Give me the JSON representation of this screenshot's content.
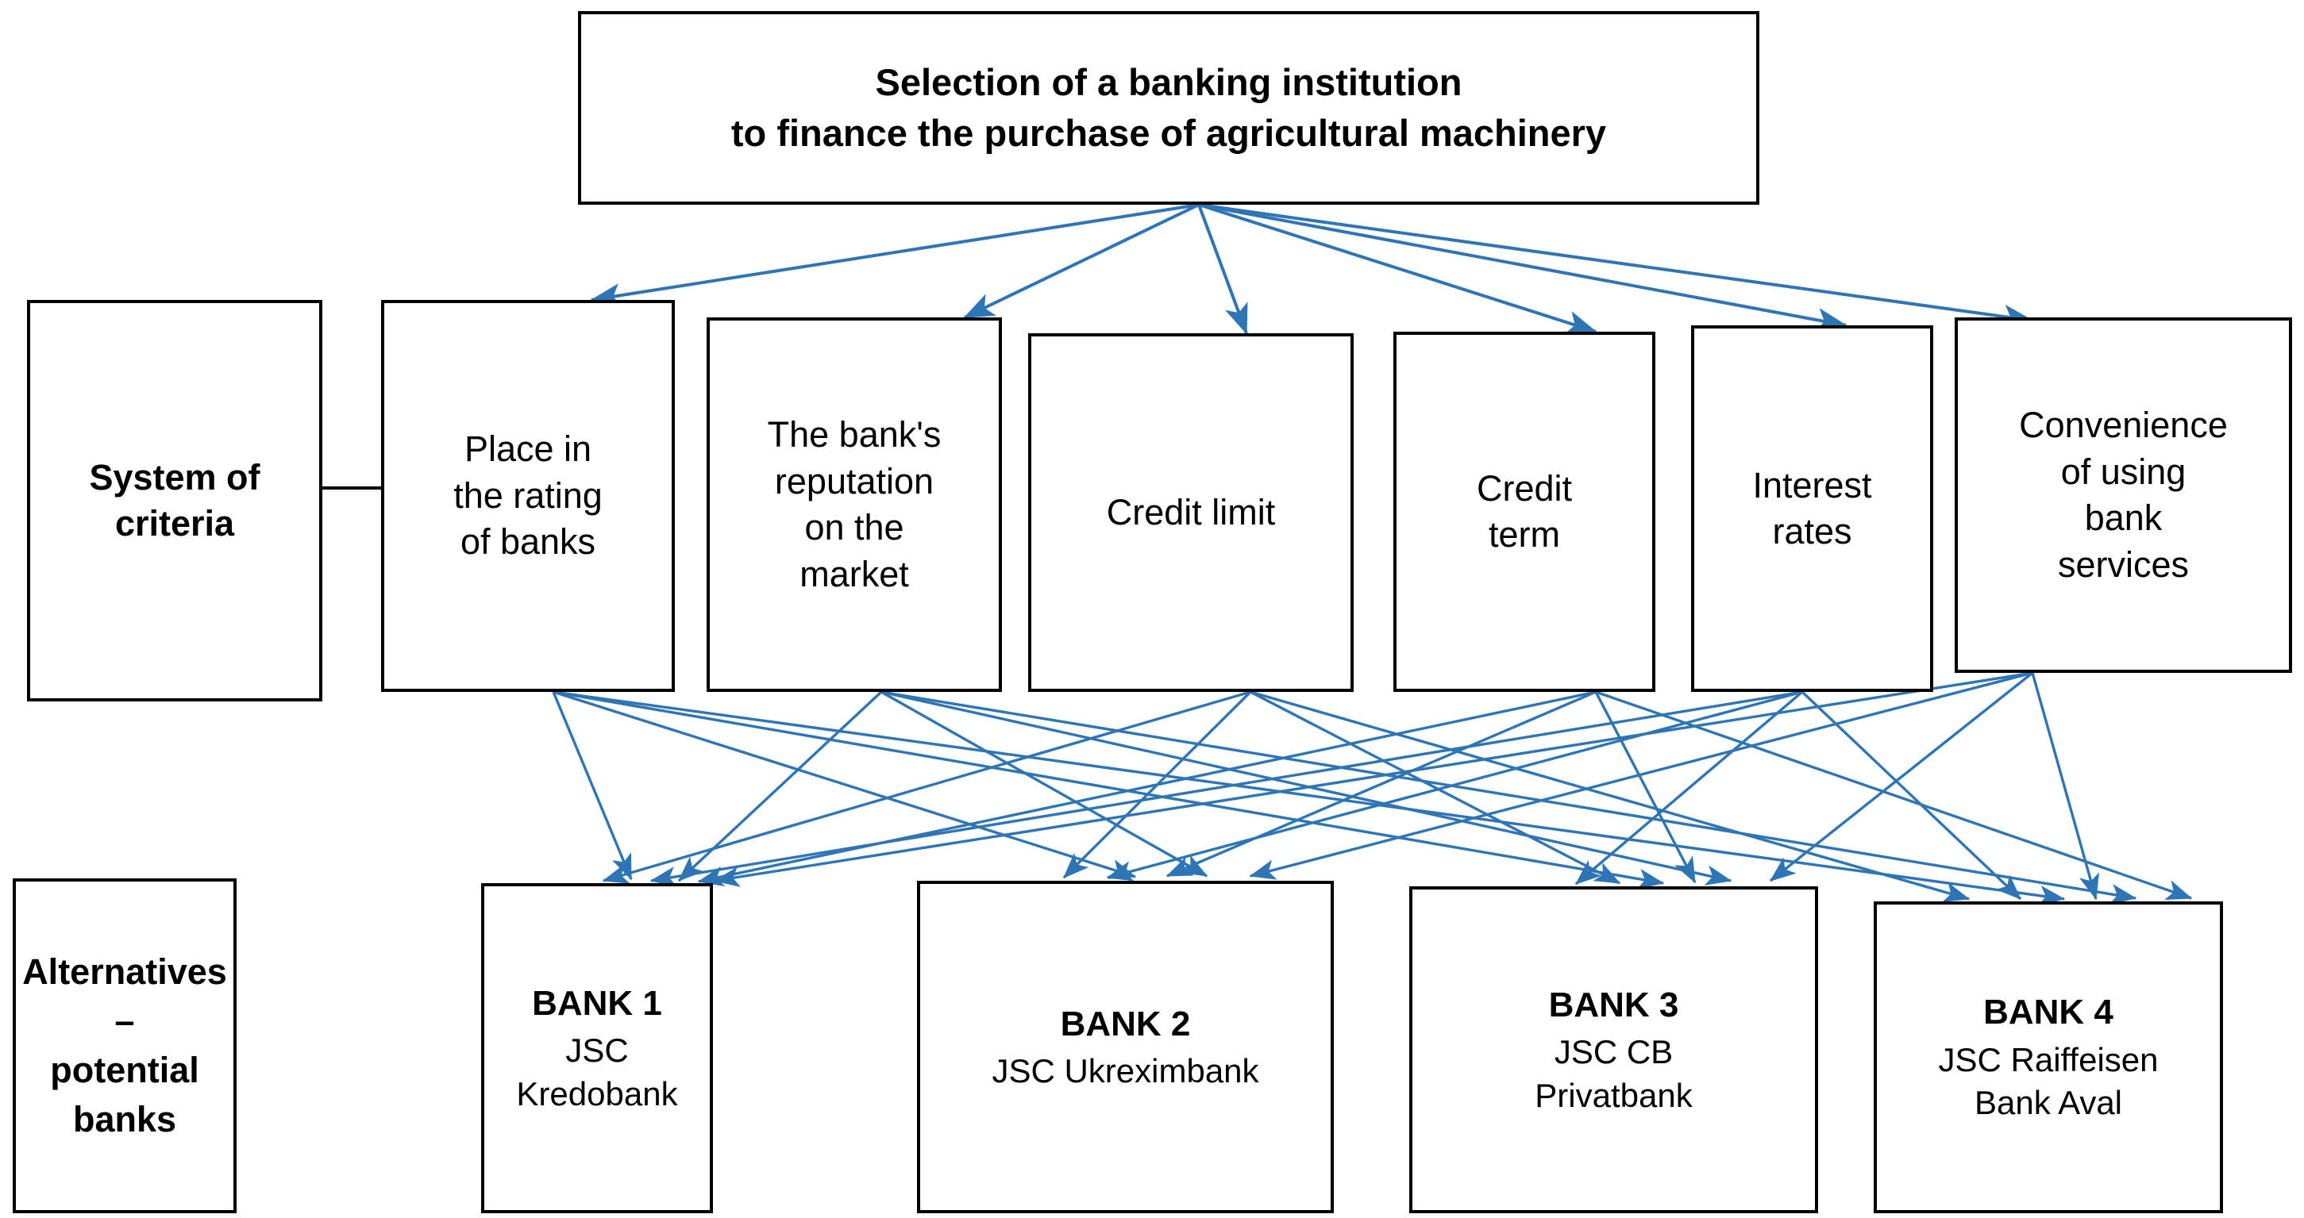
{
  "diagram": {
    "title_box": {
      "line1": "Selection of a banking institution",
      "line2": "to finance the purchase of  agricultural machinery"
    },
    "criteria_label": {
      "line1": "System of",
      "line2": "criteria"
    },
    "alternatives_label": {
      "line1": "Alternatives –",
      "line2": "potential  banks"
    },
    "criteria": [
      {
        "id": "rating",
        "lines": [
          "Place in",
          "the  rating",
          "of  banks"
        ]
      },
      {
        "id": "reputation",
        "lines": [
          "The bank's",
          "reputation",
          "on the",
          "market"
        ]
      },
      {
        "id": "credit-limit",
        "lines": [
          "Credit limit"
        ]
      },
      {
        "id": "credit-term",
        "lines": [
          "Credit",
          "term"
        ]
      },
      {
        "id": "interest",
        "lines": [
          "Interest",
          "rates"
        ]
      },
      {
        "id": "convenience",
        "lines": [
          "Convenience",
          "of  using",
          "bank",
          "services"
        ]
      }
    ],
    "alternatives": [
      {
        "id": "bank-1",
        "name": "BANK 1",
        "sub": [
          "JSC Kredobank"
        ]
      },
      {
        "id": "bank-2",
        "name": "BANK 2",
        "sub": [
          "JSC Ukreximbank"
        ]
      },
      {
        "id": "bank-3",
        "name": "BANK 3",
        "sub": [
          "JSC CB",
          "Privatbank"
        ]
      },
      {
        "id": "bank-4",
        "name": "BANK 4",
        "sub": [
          "JSC Raiffeisen",
          "Bank Aval"
        ]
      }
    ],
    "colors": {
      "arrow": "#2E75B6",
      "box_border": "#000000",
      "background": "#FFFFFF",
      "text": "#000000"
    }
  }
}
